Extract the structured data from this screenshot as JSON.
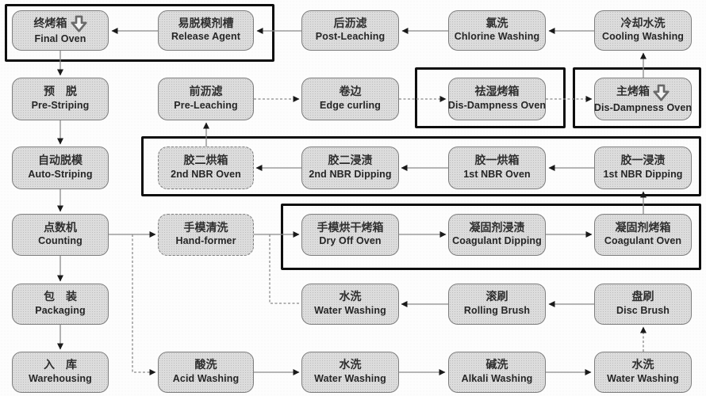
{
  "nodes": {
    "final_oven": {
      "zh": "终烤箱",
      "en": "Final Oven"
    },
    "release_agent": {
      "zh": "易脱模剂槽",
      "en": "Release Agent"
    },
    "post_leaching": {
      "zh": "后沥滤",
      "en": "Post-Leaching"
    },
    "chlorine_washing": {
      "zh": "氯洗",
      "en": "Chlorine Washing"
    },
    "cooling_washing": {
      "zh": "冷却水洗",
      "en": "Cooling Washing"
    },
    "pre_striping": {
      "zh": "预　脱",
      "en": "Pre-Striping"
    },
    "pre_leaching": {
      "zh": "前沥滤",
      "en": "Pre-Leaching"
    },
    "edge_curling": {
      "zh": "卷边",
      "en": "Edge curling"
    },
    "dis_dampness_oven": {
      "zh": "祛湿烤箱",
      "en": "Dis-Dampness Oven"
    },
    "main_oven": {
      "zh": "主烤箱",
      "en": "Dis-Dampness Oven"
    },
    "auto_striping": {
      "zh": "自动脱模",
      "en": "Auto-Striping"
    },
    "nbr2_oven": {
      "zh": "胶二烘箱",
      "en": "2nd NBR Oven"
    },
    "nbr2_dipping": {
      "zh": "胶二浸渍",
      "en": "2nd NBR Dipping"
    },
    "nbr1_oven": {
      "zh": "胶一烘箱",
      "en": "1st NBR Oven"
    },
    "nbr1_dipping": {
      "zh": "胶一浸渍",
      "en": "1st NBR Dipping"
    },
    "counting": {
      "zh": "点数机",
      "en": "Counting"
    },
    "hand_former": {
      "zh": "手模清洗",
      "en": "Hand-former"
    },
    "dry_off_oven": {
      "zh": "手模烘干烤箱",
      "en": "Dry Off Oven"
    },
    "coagulant_dipping": {
      "zh": "凝固剂浸渍",
      "en": "Coagulant Dipping"
    },
    "coagulant_oven": {
      "zh": "凝固剂烤箱",
      "en": "Coagulant Oven"
    },
    "packaging": {
      "zh": "包　装",
      "en": "Packaging"
    },
    "water_washing_mid": {
      "zh": "水洗",
      "en": "Water Washing"
    },
    "rolling_brush": {
      "zh": "滚刷",
      "en": "Rolling Brush"
    },
    "disc_brush": {
      "zh": "盘刷",
      "en": "Disc Brush"
    },
    "warehousing": {
      "zh": "入　库",
      "en": "Warehousing"
    },
    "acid_washing": {
      "zh": "酸洗",
      "en": "Acid Washing"
    },
    "water_washing_bottom_1": {
      "zh": "水洗",
      "en": "Water Washing"
    },
    "alkali_washing": {
      "zh": "碱洗",
      "en": "Alkali Washing"
    },
    "water_washing_bottom_2": {
      "zh": "水洗",
      "en": "Water Washing"
    }
  },
  "icons": {
    "final_oven_badge": "thick-down-arrow",
    "main_oven_badge": "thick-down-arrow"
  },
  "edges": [
    "release_agent -> final_oven",
    "post_leaching -> release_agent",
    "chlorine_washing -> post_leaching",
    "cooling_washing -> chlorine_washing",
    "final_oven -> pre_striping",
    "pre_striping -> auto_striping",
    "auto_striping -> counting",
    "counting -> packaging",
    "packaging -> warehousing",
    "pre_leaching -> edge_curling",
    "edge_curling -> dis_dampness_oven",
    "dis_dampness_oven -> main_oven",
    "main_oven -> cooling_washing",
    "nbr2_oven -> pre_leaching",
    "nbr2_dipping -> nbr2_oven",
    "nbr1_oven -> nbr2_dipping",
    "nbr1_dipping -> nbr1_oven",
    "coagulant_oven -> nbr1_dipping",
    "counting -> hand_former",
    "hand_former -> dry_off_oven",
    "dry_off_oven -> coagulant_dipping",
    "coagulant_dipping -> coagulant_oven",
    "counting -> acid_washing",
    "water_washing_mid -> junction(hand_former -> dry_off_oven)",
    "rolling_brush -> water_washing_mid",
    "disc_brush -> rolling_brush",
    "water_washing_bottom_2 -> disc_brush",
    "acid_washing -> water_washing_bottom_1",
    "water_washing_bottom_1 -> alkali_washing",
    "alkali_washing -> water_washing_bottom_2"
  ],
  "colors": {
    "node_fill": "#dcdcdc",
    "node_border": "#7d7d7d",
    "frame_border": "#0e0e0e",
    "connector": "#8a8a8a",
    "arrowhead": "#1a1a1a",
    "text": "#262626",
    "background": "#fdfdfd"
  }
}
